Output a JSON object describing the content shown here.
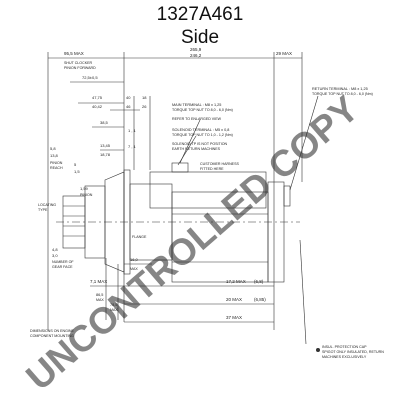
{
  "title": "1327A461",
  "subtitle": "Side",
  "dims_top": {
    "d_95": "95,5 MAX",
    "d_95_note_1": "SHUT CLOCKER",
    "d_95_note_2": "PINION FORWARD",
    "d_72": "72,5±0,5",
    "d_4775": "47,75",
    "d_4775b": "40,42",
    "d_40": "40",
    "d_40b": "46",
    "d_18": "18",
    "d_18b": "26",
    "d_265": "265,9",
    "d_265b": "246,2",
    "d_29": "29 MAX"
  },
  "dims_left": {
    "d_385": "38,5",
    "d_1345": "13,45",
    "d_1345b": "18,78",
    "d_1": "1 , 1",
    "d_7": "7 , 1",
    "d_5": "5",
    "d_5b": "1,5",
    "d_58": "5,8",
    "d_58b": "13,8",
    "d_58_note_1": "PINION",
    "d_58_note_2": "REACH",
    "d_1_59": "1,59",
    "d_1_59_note": "PINION"
  },
  "callouts": {
    "main_terminal_1": "MAIN TERMINAL : M8 x 1,25",
    "main_terminal_2": "TORQUE TOP NUT TO 8,0 - 6,0 (Nm)",
    "refer": "REFER TO ENLARGED VIEW",
    "solenoid_1": "SOLENOID TERMINAL : M5 x 0,8",
    "solenoid_2": "TORQUE TOP NUT TO 1,0 - 1,2 (Nm)",
    "solenoid_3": "SOLENOID TP IS NOT POSITION",
    "solenoid_4": "EARTH RETURN MACHINES",
    "return_1": "RETURN TERMINAL : M8 x 1,25",
    "return_2": "TORQUE TOP NUT TO 8,0 - 6,0 (Nm)",
    "customer_1": "CUSTOMER HARNESS",
    "customer_2": "FITTED HERE",
    "locating": "LOCATING",
    "locating_2": "TYPE",
    "flange": "FLANGE",
    "gear_face_1": "4,8",
    "gear_face_2": "3,0",
    "gear_face_3": "NUMBER OF",
    "gear_face_4": "GEAR FACE"
  },
  "dims_bottom": {
    "d_16": "16,0",
    "d_16_note": "MAX",
    "d_172": "17,2 MAX",
    "d_172b": "(6,8)",
    "d_7": "7,1 MAX",
    "d_20": "20 MAX",
    "d_20b": "(6,85)",
    "d_37": "37 MAX",
    "d_86_1": "86,5",
    "d_86_2": "MAX",
    "d_78_1": "78,5",
    "d_78_2": "MAX",
    "ref_1": "DIMENSIONS ON ENGINE",
    "ref_2": "COMPONENT MOUNTING"
  },
  "note": {
    "line1": "INSUL. PROTECTION CAP",
    "line2": "SPIGOT ONLY INSULATED, RETURN",
    "line3": "MACHINES EXCLUSIVELY"
  },
  "watermark": "UNCONTROLLED COPY",
  "colors": {
    "ink": "#333333",
    "watermark": "#cfcfcf"
  }
}
